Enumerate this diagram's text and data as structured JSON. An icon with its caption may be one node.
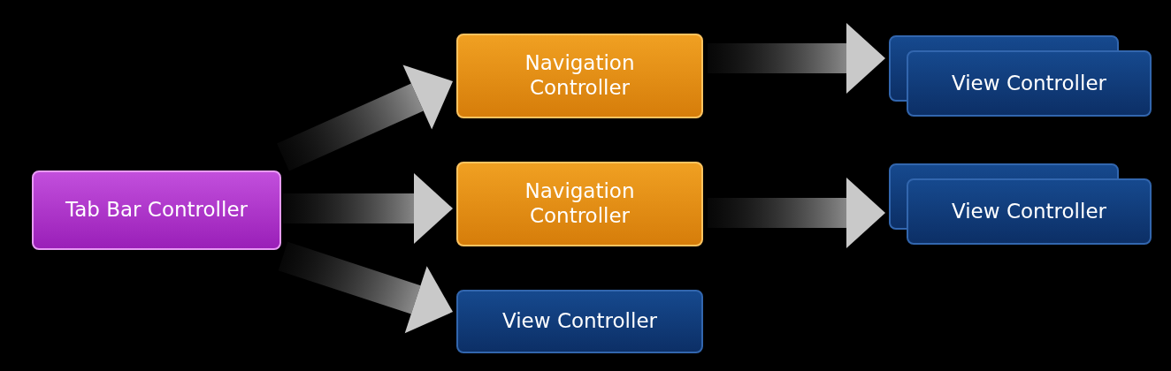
{
  "diagram": {
    "nodes": [
      {
        "text": [
          "Tab Bar Controller"
        ]
      },
      {
        "text": [
          "Navigation Controller"
        ]
      },
      {
        "text": [
          "View Controller"
        ]
      },
      {
        "text": [
          "Navigation Controller"
        ]
      },
      {
        "text": [
          "View Controller"
        ]
      },
      {
        "text": [
          "View Controller"
        ]
      }
    ],
    "edges": [
      {
        "from": 0,
        "to": 1,
        "arrow": "to"
      },
      {
        "from": 0,
        "to": 3,
        "arrow": "to"
      },
      {
        "from": 0,
        "to": 5,
        "arrow": "to"
      },
      {
        "from": 1,
        "to": 2,
        "arrow": "to"
      },
      {
        "from": 3,
        "to": 4,
        "arrow": "to"
      }
    ]
  }
}
